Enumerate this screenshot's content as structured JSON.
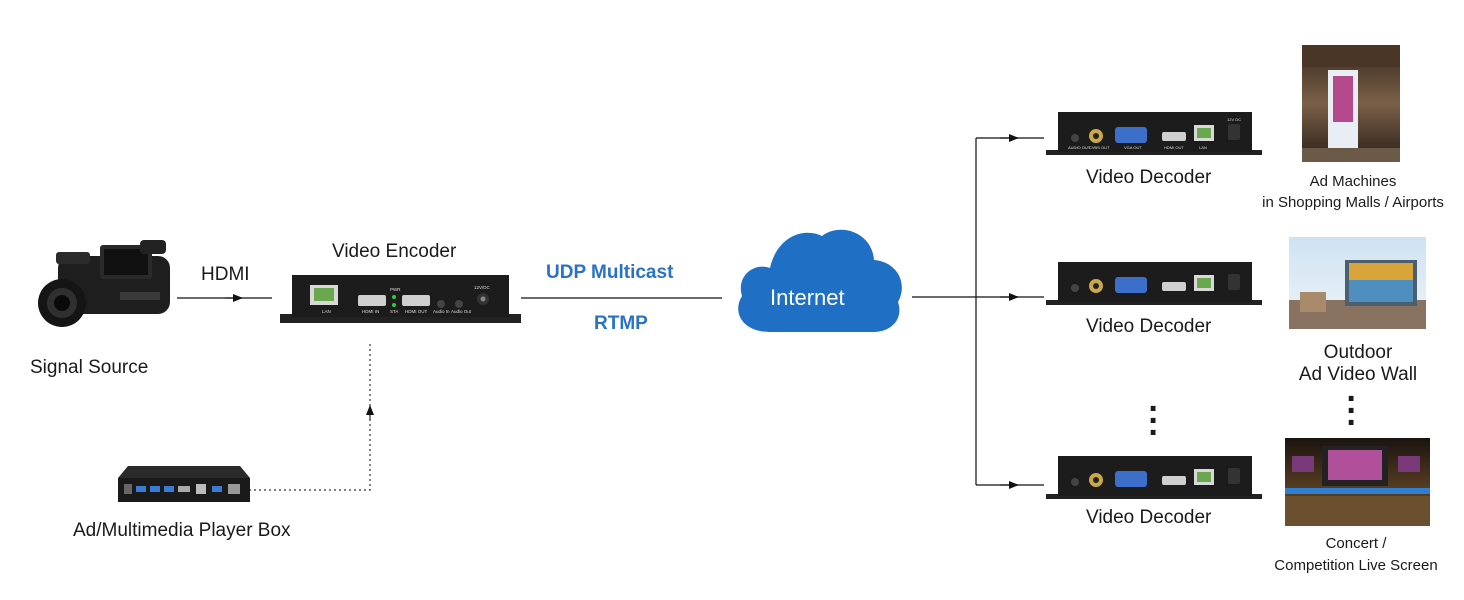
{
  "labels": {
    "signal_source": "Signal Source",
    "hdmi": "HDMI",
    "video_encoder": "Video Encoder",
    "udp_multicast": "UDP Multicast",
    "rtmp": "RTMP",
    "internet": "Internet",
    "player_box": "Ad/Multimedia Player Box",
    "video_decoder": "Video Decoder",
    "ad_machines_line1": "Ad Machines",
    "ad_machines_line2": "in Shopping Malls / Airports",
    "outdoor_line1": "Outdoor",
    "outdoor_line2": "Ad Video Wall",
    "concert_line1": "Concert /",
    "concert_line2": "Competition Live Screen"
  },
  "encoder_ports": {
    "lan": "LAN",
    "hdmi_in": "HDMI IN",
    "pwr": "PWR",
    "sta": "STA",
    "hdmi_out": "HDMI OUT",
    "audio_in": "Audio In",
    "audio_out": "Audio Out",
    "dc": "12V/DC"
  },
  "decoder_ports": {
    "audio_out": "AUDIO OUT",
    "cvbs_out": "CVBS OUT",
    "vga_out": "VGA OUT",
    "hdmi_out": "HDMI OUT",
    "lan": "LAN",
    "dc": "12V DC"
  },
  "colors": {
    "accent_blue": "#2873c8",
    "cloud_blue": "#1f6fc4",
    "device_black": "#1c1c1c"
  }
}
